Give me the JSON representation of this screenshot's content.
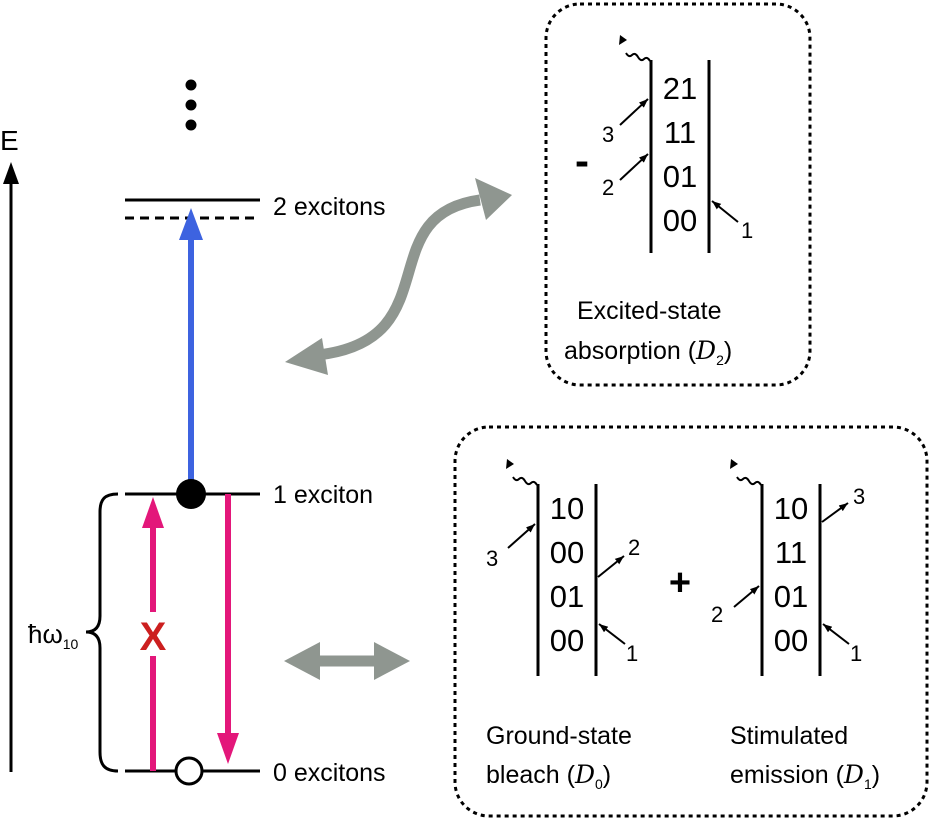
{
  "axis": {
    "label": "E"
  },
  "levels": {
    "two": "2 excitons",
    "one": "1 exciton",
    "zero": "0 excitons",
    "ellipsis": "⋮"
  },
  "transitions": {
    "forbidden_mark": "X",
    "energy_label": {
      "hbar_omega": "ħω",
      "subscript": "10"
    },
    "colors": {
      "up_blue": "#3d63e0",
      "pink": "#e3177a",
      "forbidden": "#cc1f1f",
      "double_arrow": "#8f9690"
    }
  },
  "esa": {
    "sign": "-",
    "rows": [
      "21",
      "11",
      "01",
      "00"
    ],
    "pulses": [
      "1",
      "2",
      "3"
    ],
    "caption_line1": "Excited-state",
    "caption_line2": "absorption (",
    "script_letter": "D",
    "script_sub": "2",
    "caption_close": ")"
  },
  "gsb": {
    "rows": [
      "10",
      "00",
      "01",
      "00"
    ],
    "pulses": [
      "1",
      "2",
      "3"
    ],
    "caption_line1": "Ground-state",
    "caption_line2": "bleach (",
    "script_letter": "D",
    "script_sub": "0",
    "caption_close": ")"
  },
  "plus": "+",
  "se": {
    "rows": [
      "10",
      "11",
      "01",
      "00"
    ],
    "pulses": [
      "1",
      "2",
      "3"
    ],
    "caption_line1": "Stimulated",
    "caption_line2": "emission (",
    "script_letter": "D",
    "script_sub": "1",
    "caption_close": ")"
  }
}
